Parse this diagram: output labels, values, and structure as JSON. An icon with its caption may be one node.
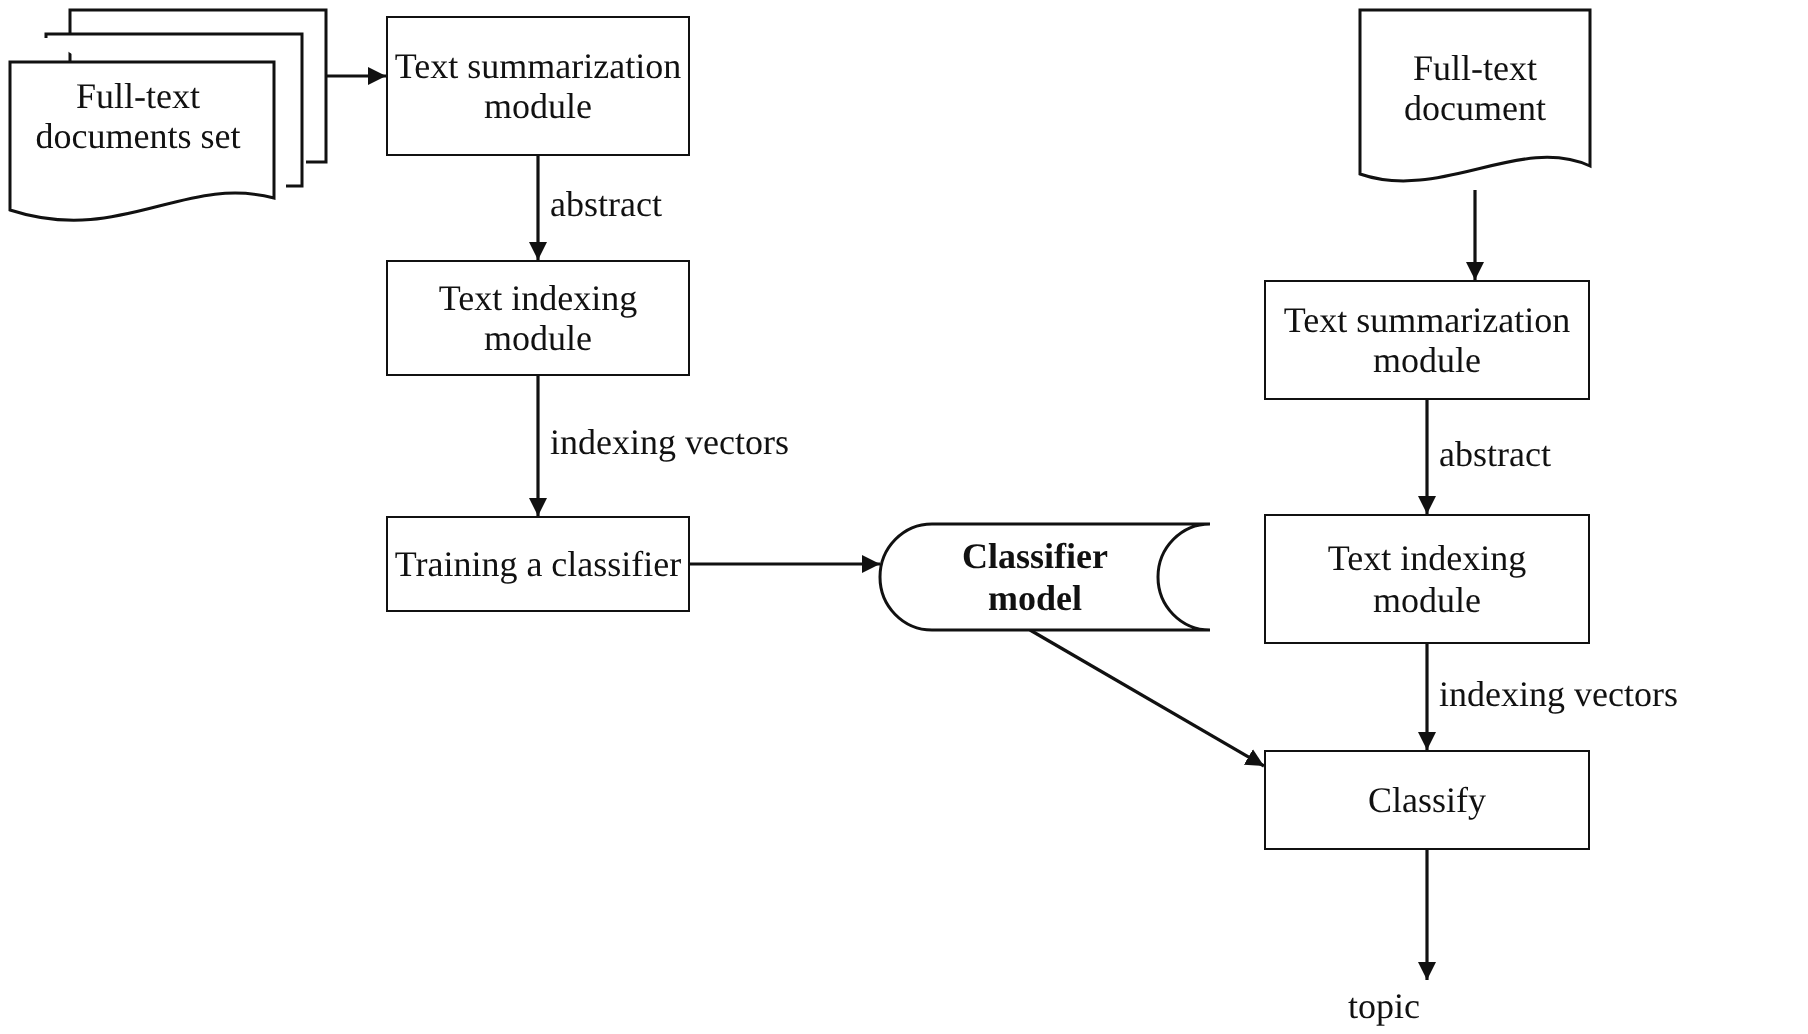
{
  "diagram": {
    "nodes": [
      {
        "text": [
          "Full-text documents set"
        ]
      },
      {
        "text": [
          "Text summarization module"
        ]
      },
      {
        "text": [
          "Text indexing module"
        ]
      },
      {
        "text": [
          "Training a classifier"
        ]
      },
      {
        "text": [
          "Classifier model"
        ]
      },
      {
        "text": [
          "Full-text document"
        ]
      },
      {
        "text": [
          "Text summarization module"
        ]
      },
      {
        "text": [
          "Text indexing module"
        ]
      },
      {
        "text": [
          "Classify"
        ]
      },
      {
        "text": [
          "topic"
        ]
      }
    ],
    "edges": [
      {
        "from": 0,
        "to": 1,
        "arrow": "to"
      },
      {
        "from": 1,
        "to": 2,
        "arrow": "to",
        "label": "abstract"
      },
      {
        "from": 2,
        "to": 3,
        "arrow": "to",
        "label": "indexing vectors"
      },
      {
        "from": 3,
        "to": 4,
        "arrow": "to"
      },
      {
        "from": 4,
        "to": 8,
        "arrow": "to"
      },
      {
        "from": 5,
        "to": 6,
        "arrow": "to"
      },
      {
        "from": 6,
        "to": 7,
        "arrow": "to",
        "label": "abstract"
      },
      {
        "from": 7,
        "to": 8,
        "arrow": "to",
        "label": "indexing vectors"
      },
      {
        "from": 8,
        "to": 9,
        "arrow": "to"
      }
    ]
  }
}
